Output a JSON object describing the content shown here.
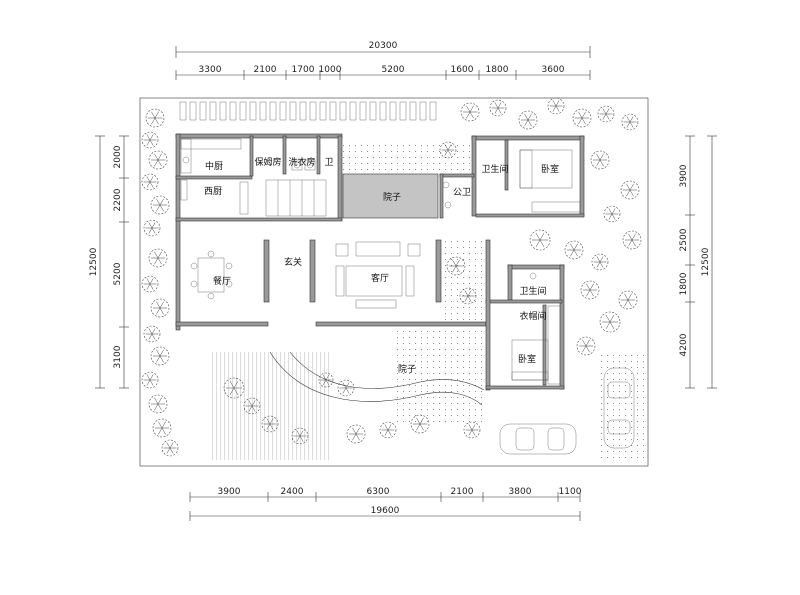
{
  "dimensions": {
    "top_total": "20300",
    "top_segments": [
      "3300",
      "2100",
      "1700",
      "1000",
      "5200",
      "1600",
      "1800",
      "3600"
    ],
    "bottom_total": "19600",
    "bottom_segments": [
      "3900",
      "2400",
      "6300",
      "2100",
      "3800",
      "1100"
    ],
    "left_total": "12500",
    "left_segments": [
      "2000",
      "2200",
      "5200",
      "3100"
    ],
    "right_total": "12500",
    "right_segments": [
      "3900",
      "2500",
      "1800",
      "4200"
    ]
  },
  "rooms": {
    "chinese_kitchen": "中厨",
    "nanny_room": "保姆房",
    "laundry": "洗衣房",
    "wc": "卫",
    "western_kitchen": "西厨",
    "courtyard_upper": "院子",
    "public_wc": "公卫",
    "bathroom_top": "卫生间",
    "bedroom_top": "卧室",
    "dining": "餐厅",
    "foyer": "玄关",
    "living": "客厅",
    "bathroom_mid": "卫生间",
    "closet": "衣帽间",
    "courtyard_lower": "院子",
    "bedroom_bottom": "卧室"
  },
  "colors": {
    "line": "#333333",
    "wall": "#9a9a9a",
    "tree": "#444444"
  }
}
